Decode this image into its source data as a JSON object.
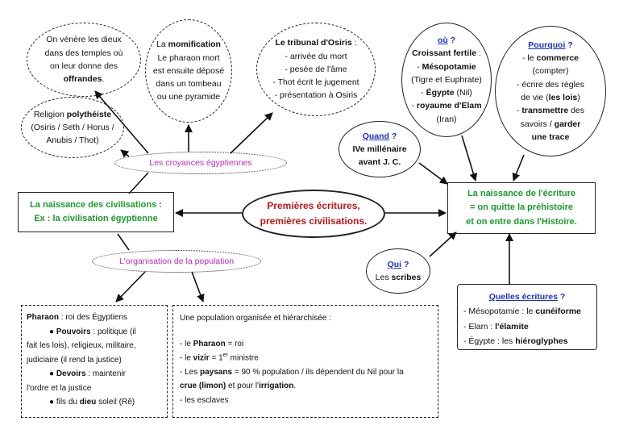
{
  "center": {
    "line1": "Premières écritures,",
    "line2": "premières civilisations."
  },
  "left_box": {
    "line1": "La naissance des civilisations :",
    "line2": "Ex : la civilisation égyptienne"
  },
  "right_box": {
    "line1": "La naissance de l'écriture",
    "line2": "= on quitte la préhistoire",
    "line3": "et on entre dans l'Histoire."
  },
  "beliefs_label": "Les croyances égyptiennes",
  "organisation_label": "L'organisation de la population",
  "worship": {
    "line1": "On vénère les dieux",
    "line2": "dans des temples où",
    "line3": "on leur donne des",
    "line4": "offrandes",
    "end": "."
  },
  "religion": {
    "prefix": "Religion ",
    "bold": "polythéiste",
    "line2": "(Osiris / Seth / Horus /",
    "line3": "Anubis / Thot)"
  },
  "mummification": {
    "prefix": "La ",
    "bold": "momification",
    "line2": "Le pharaon mort",
    "line3": "est ensuite déposé",
    "line4": "dans un tombeau",
    "line5": "ou une pyramide"
  },
  "tribunal": {
    "title": "Le tribunal d'Osiris",
    "end": " :",
    "items": [
      "- arrivée du mort",
      "- pesée de l'âme",
      "- Thot écrit le jugement",
      "- présentation à Osiris"
    ]
  },
  "where": {
    "question": "où",
    "qmark": " ?",
    "region": "Croissant fertile",
    "region_end": " :",
    "meso": "Mésopotamie",
    "meso_detail": "(Tigre et Euphrate)",
    "egypt": "Égypte",
    "egypt_detail": " (Nil)",
    "elam": "royaume d'Elam",
    "elam_detail": "(Iran)",
    "dash": "- "
  },
  "why": {
    "question": "Pourquoi",
    "qmark": " ?",
    "l1a": "- le ",
    "l1b": "commerce",
    "l2": "(compter)",
    "l3": "- écrire des règles",
    "l4a": "de vie (",
    "l4b": "les lois",
    "l4c": ")",
    "l5a": "- ",
    "l5b": "transmettre",
    "l5c": " des",
    "l6a": "savoirs / ",
    "l6b": "garder",
    "l7": "une trace"
  },
  "when": {
    "question": "Quand",
    "qmark": " ?",
    "line1": "IVe millénaire",
    "line2": "avant J. C."
  },
  "who": {
    "question": "Qui",
    "qmark": " ?",
    "prefix": "Les ",
    "bold": "scribes"
  },
  "which": {
    "question": "Quelles écritures",
    "qmark": " ?",
    "l1a": "- Mésopotamie : le ",
    "l1b": "cunéiforme",
    "l2a": "- Elam : ",
    "l2b": "l'élamite",
    "l3a": "- Égypte : les ",
    "l3b": "hiéroglyphes"
  },
  "pharaoh_box": {
    "l1a": "Pharaon",
    "l1b": " : roi des Égyptiens",
    "b1": "Pouvoirs",
    "b1t": " : politique (il",
    "b1l2": "fait les lois), religieux, militaire,",
    "b1l3": "judiciaire (il rend la justice)",
    "b2": "Devoirs",
    "b2t": " : maintenir",
    "b2l2": "l'ordre et la justice",
    "b3a": "fils du ",
    "b3b": "dieu",
    "b3c": " soleil (Rê)",
    "bullet": "●"
  },
  "population_box": {
    "title": "Une population organisée et hiérarchisée :",
    "p1a": "- le ",
    "p1b": "Pharaon",
    "p1c": " = roi",
    "p2a": "- le ",
    "p2b": "vizir",
    "p2c": " = 1",
    "p2sup": "er",
    "p2d": " ministre",
    "p3a": "- Les ",
    "p3b": "paysans",
    "p3c": " = 90 % population / ils dépendent du Nil pour la",
    "p4a": "crue (limon)",
    "p4b": " et pour l'",
    "p4c": "irrigation",
    "p4d": ".",
    "p5": "- les esclaves"
  }
}
